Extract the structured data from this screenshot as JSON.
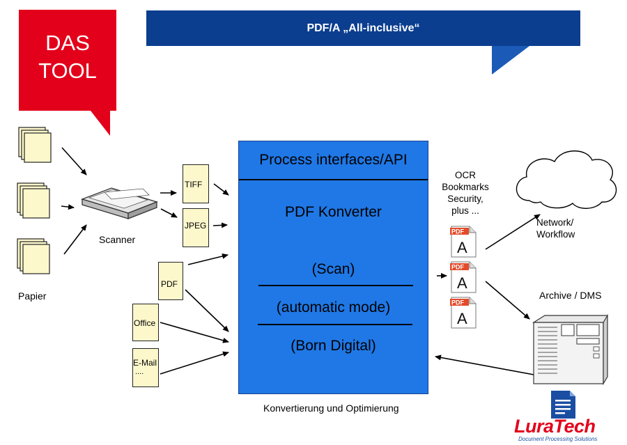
{
  "header": {
    "badge_text": "DAS TOOL",
    "badge_line1": "DAS",
    "badge_line2": "TOOL",
    "banner_title": "PDF/A „All-inclusive“"
  },
  "inputs": {
    "paper_label": "Papier",
    "scanner_label": "Scanner",
    "tiff_label": "TIFF",
    "jpeg_label": "JPEG",
    "pdf_label": "PDF",
    "office_label": "Office",
    "email_label": "E-Mail",
    "email_dots": "....",
    "pdf_icon_text": "PDF",
    "pdf_icon_letter": "A"
  },
  "converter": {
    "api_label": "Process interfaces/API",
    "title": "PDF Konverter",
    "mode_scan": "(Scan)",
    "mode_auto": "(automatic mode)",
    "mode_born": "(Born Digital)",
    "caption": "Konvertierung und Optimierung"
  },
  "outputs": {
    "features": [
      "OCR",
      "Bookmarks",
      "Security,",
      "plus ..."
    ],
    "network_line1": "Network/",
    "network_line2": "Workflow",
    "archive_label": "Archive / DMS"
  },
  "brand": {
    "name": "LuraTech",
    "tagline": "Document Processing Solutions"
  },
  "colors": {
    "red": "#e3001b",
    "banner_blue": "#0b3e8f",
    "converter_blue": "#1f78e6",
    "doc_yellow": "#fdf8cc"
  }
}
